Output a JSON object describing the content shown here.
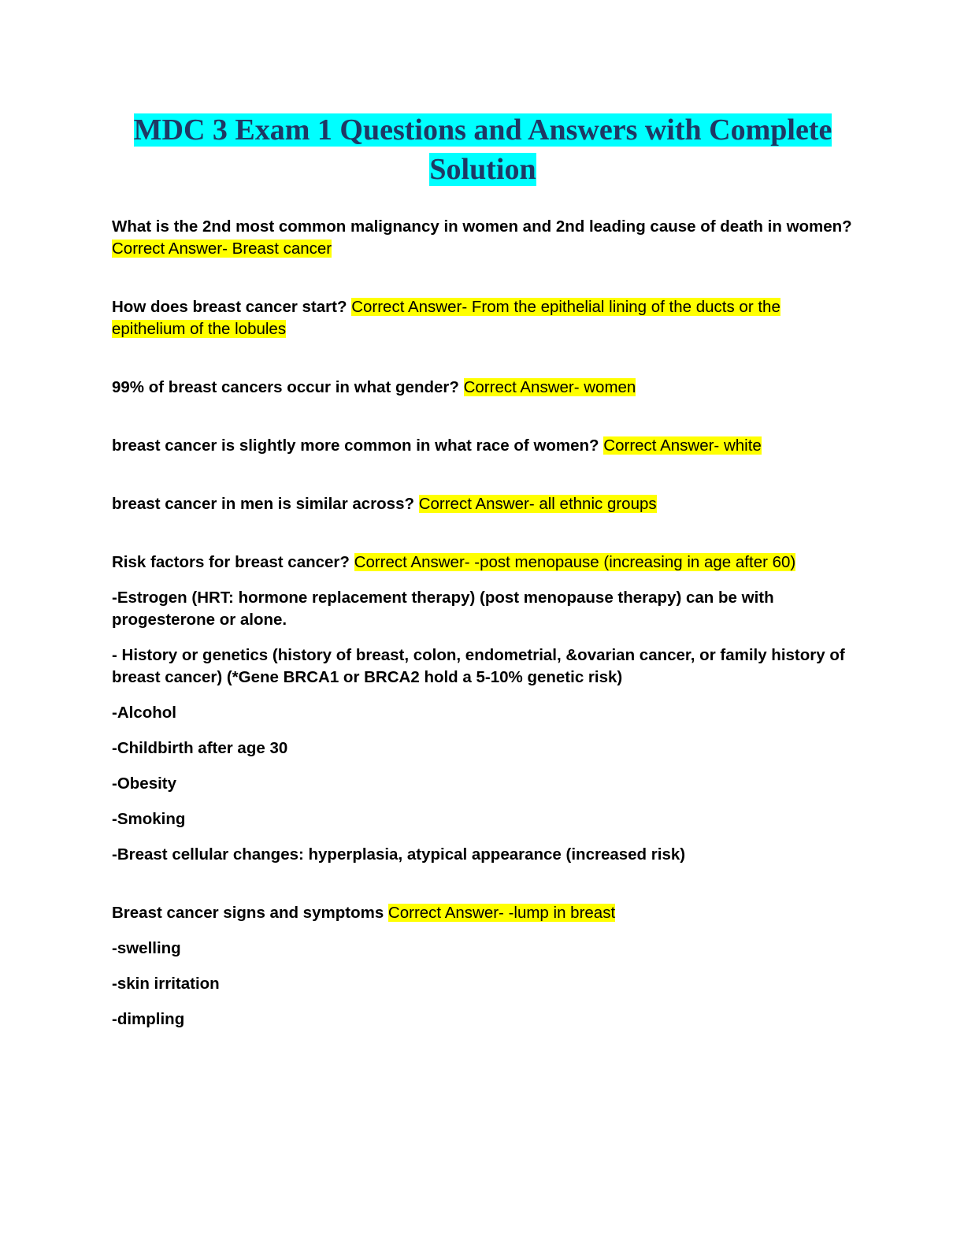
{
  "page": {
    "title": "MDC 3 Exam 1 Questions and Answers with Complete Solution",
    "colors": {
      "title_text": "#1f3864",
      "title_highlight": "#00ffff",
      "answer_highlight": "#ffff00",
      "body_text": "#000000",
      "page_background": "#ffffff"
    }
  },
  "qa_blocks": [
    {
      "question": "What is the 2nd most common malignancy in women and 2nd leading cause of death in women?",
      "answer": "Correct Answer- Breast cancer",
      "details": []
    },
    {
      "question": "How does breast cancer start?",
      "answer": "Correct Answer- From the epithelial lining of the ducts or the epithelium of the lobules",
      "details": []
    },
    {
      "question": "99% of breast cancers occur in what gender?",
      "answer": "Correct Answer- women",
      "details": []
    },
    {
      "question": "breast cancer is slightly more common in what race of women?",
      "answer": "Correct Answer- white",
      "details": []
    },
    {
      "question": "breast cancer in men is similar across?",
      "answer": "Correct Answer- all ethnic groups",
      "details": []
    },
    {
      "question": "Risk factors for breast cancer?",
      "answer": "Correct Answer- -post menopause (increasing in age after 60)",
      "details": [
        "-Estrogen (HRT: hormone replacement therapy) (post menopause therapy) can be with progesterone or alone.",
        "- History or genetics (history of breast, colon, endometrial, &ovarian cancer, or family history of breast cancer) (*Gene BRCA1 or BRCA2 hold a 5-10% genetic risk)",
        "-Alcohol",
        "-Childbirth after age 30",
        "-Obesity",
        "-Smoking",
        "-Breast cellular changes: hyperplasia, atypical appearance (increased risk)"
      ]
    },
    {
      "question": "Breast cancer signs and symptoms",
      "answer": "Correct Answer- -lump in breast",
      "details": [
        "-swelling",
        "-skin irritation",
        "-dimpling"
      ]
    }
  ]
}
